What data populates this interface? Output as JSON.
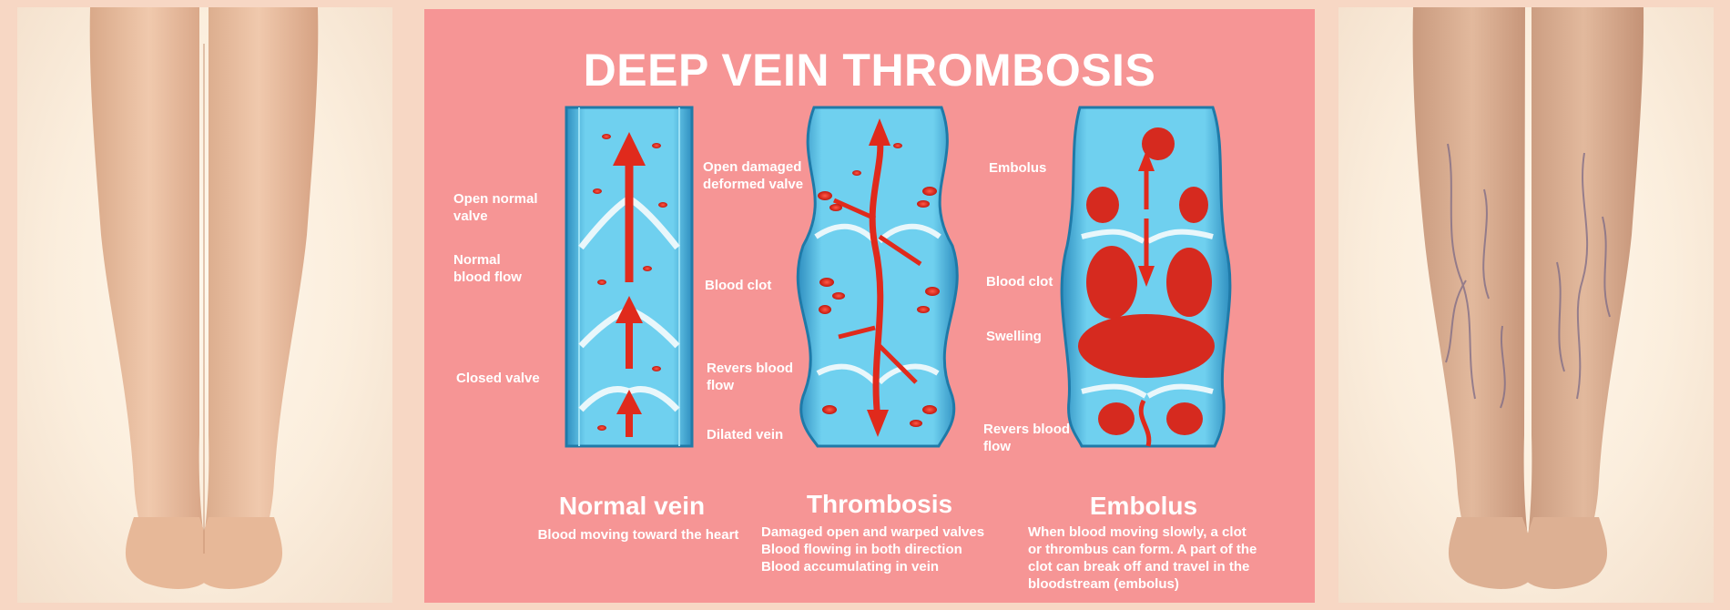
{
  "title": "DEEP VEIN THROMBOSIS",
  "colors": {
    "panel_bg": "#f69595",
    "vein_blue": "#5cc6e8",
    "vein_edge": "#2f8fc0",
    "blood_red": "#e02a1c",
    "text": "#ffffff",
    "skin": "#ecc3a6"
  },
  "labels": {
    "open_normal_valve": [
      "Open normal",
      "valve"
    ],
    "normal_blood_flow": [
      "Normal",
      "blood flow"
    ],
    "closed_valve": [
      "Closed valve"
    ],
    "open_damaged_valve": [
      "Open damaged",
      "deformed valve"
    ],
    "blood_clot_1": [
      "Blood clot"
    ],
    "revers_blood_flow_1": [
      "Revers blood",
      "flow"
    ],
    "dilated_vein": [
      "Dilated vein"
    ],
    "embolus_label": [
      "Embolus"
    ],
    "blood_clot_2": [
      "Blood clot"
    ],
    "swelling": [
      "Swelling"
    ],
    "revers_blood_flow_2": [
      "Revers blood",
      "flow"
    ]
  },
  "sections": [
    {
      "title": "Normal vein",
      "desc": [
        "Blood moving toward the heart"
      ]
    },
    {
      "title": "Thrombosis",
      "desc": [
        "Damaged open and warped valves",
        "Blood flowing in both direction",
        "Blood accumulating in vein"
      ]
    },
    {
      "title": "Embolus",
      "desc": [
        "When blood moving slowly, a clot",
        "or thrombus can form. A part of the",
        "clot can break off and travel in the",
        "bloodstream (embolus)"
      ]
    }
  ]
}
